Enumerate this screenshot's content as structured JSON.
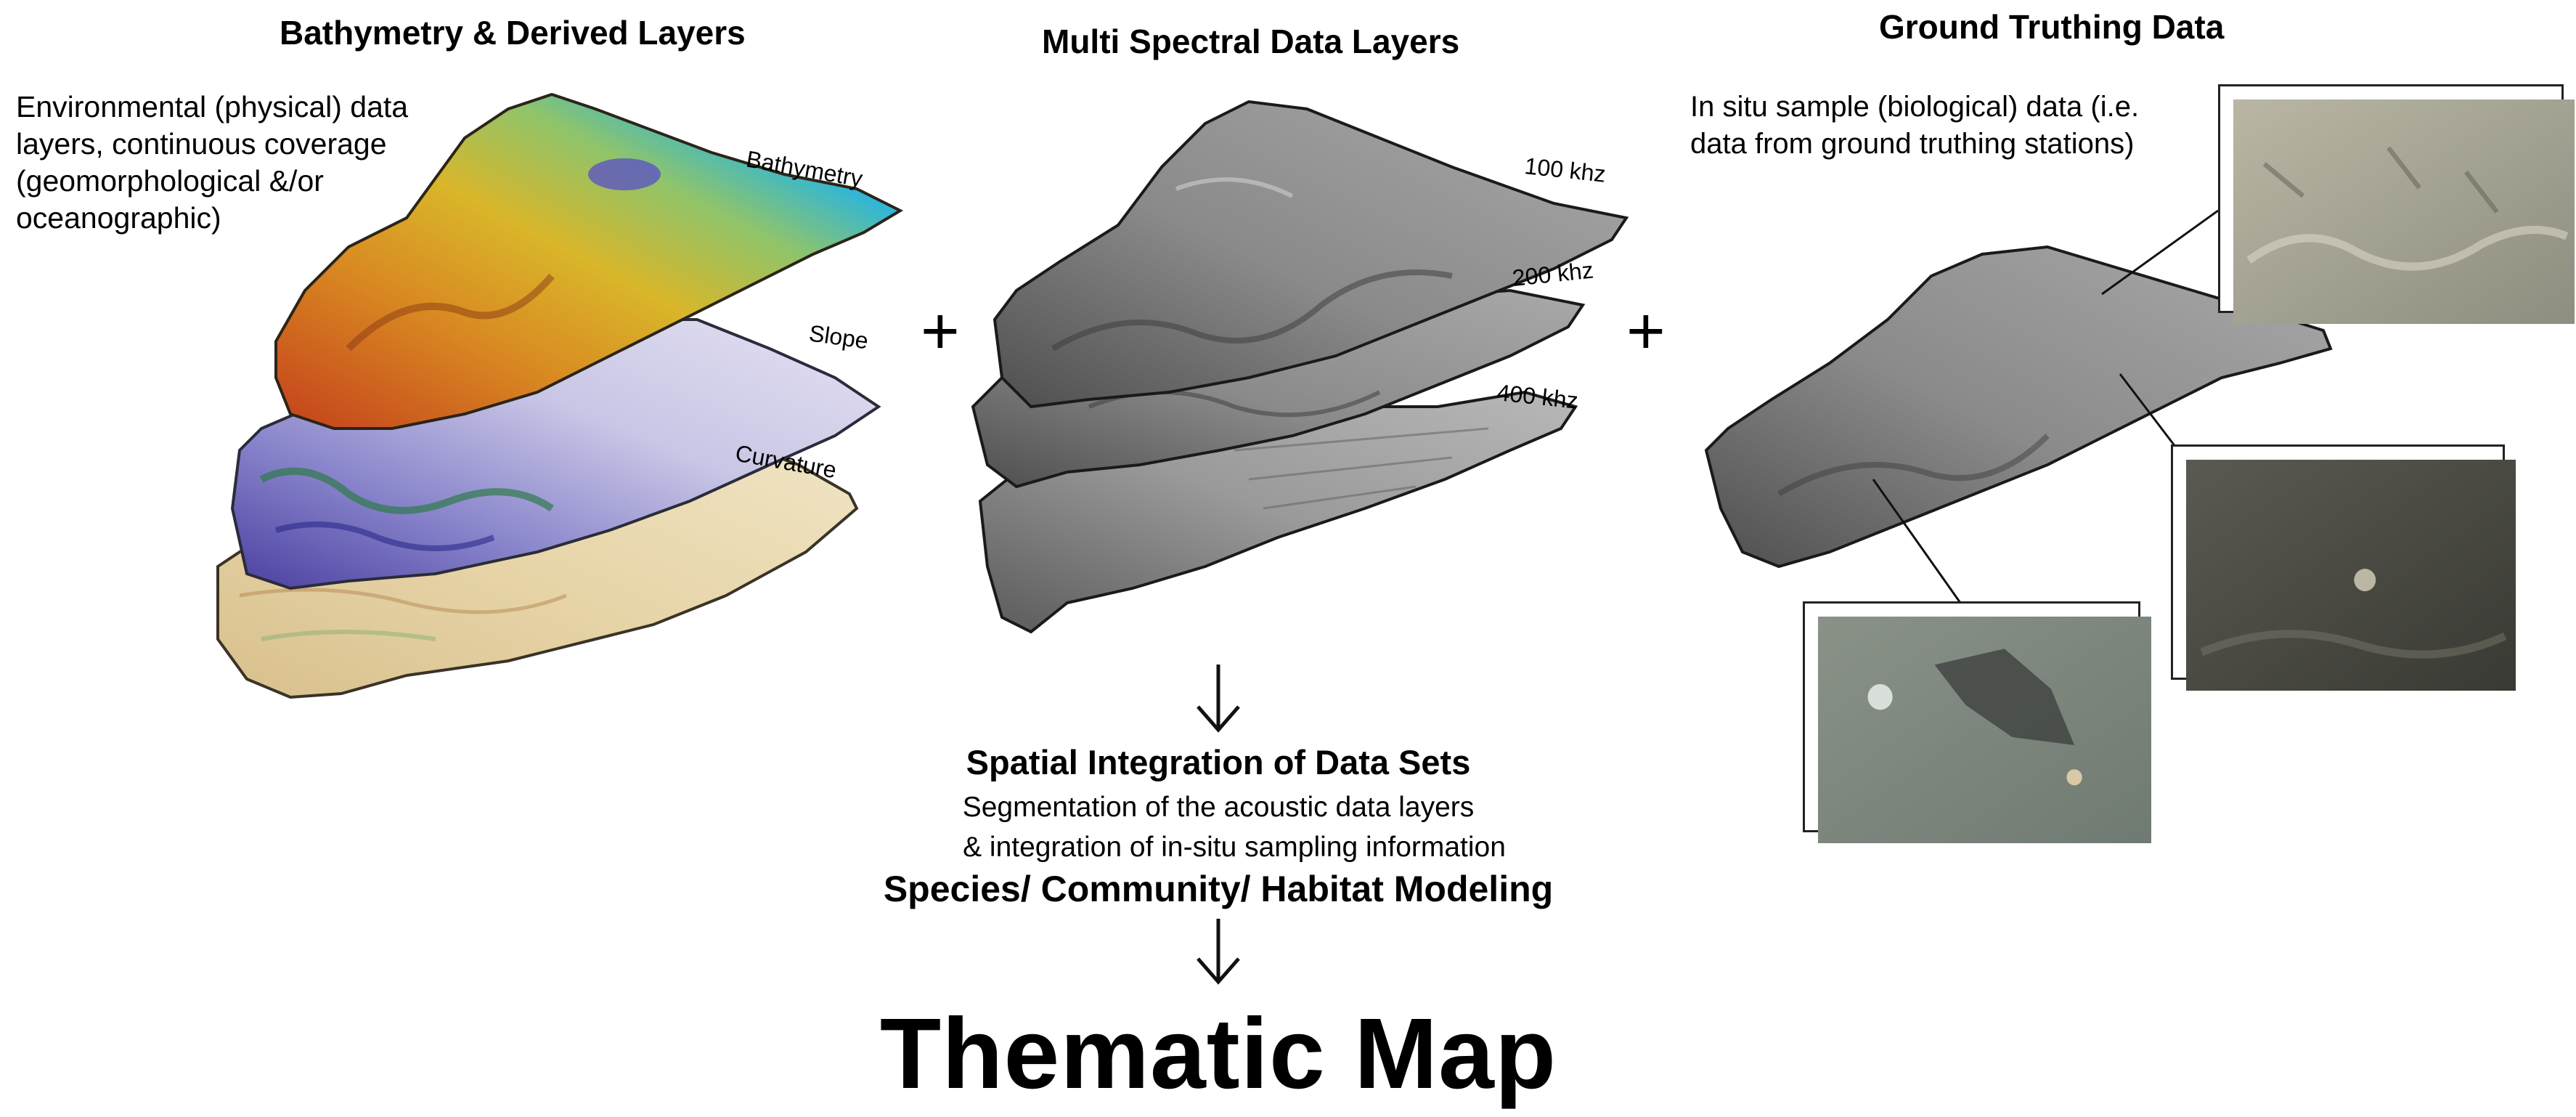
{
  "section_headings": {
    "bathymetry": "Bathymetry & Derived Layers",
    "multispectral": "Multi Spectral Data Layers",
    "ground_truthing": "Ground Truthing Data"
  },
  "environmental_description": [
    "Environmental (physical) data",
    "layers, continuous coverage",
    "(geomorphological &/or",
    "oceanographic)"
  ],
  "derived_layers": [
    "Bathymetry",
    "Slope",
    "Curvature"
  ],
  "frequency_layers": [
    "100 khz",
    "200 khz",
    "400 khz"
  ],
  "in_situ_description": [
    "In situ sample (biological) data (i.e.",
    "data from ground truthing stations)"
  ],
  "operators": {
    "plus_1": "+",
    "plus_2": "+"
  },
  "integration": {
    "title": "Spatial Integration of Data Sets",
    "line_1": "Segmentation of the acoustic data layers",
    "line_2": "& integration of in-situ sampling information",
    "modeling": "Species/ Community/ Habitat Modeling"
  },
  "result": "Thematic Map",
  "colors": {
    "bathymetry_deep": "#2fb6d8",
    "bathymetry_shallow": "#d9b62a",
    "bathymetry_peak": "#c4401c",
    "slope": "#c9c6e6",
    "curvature": "#e8d6aa",
    "multispectral": "#7b7b7b"
  }
}
